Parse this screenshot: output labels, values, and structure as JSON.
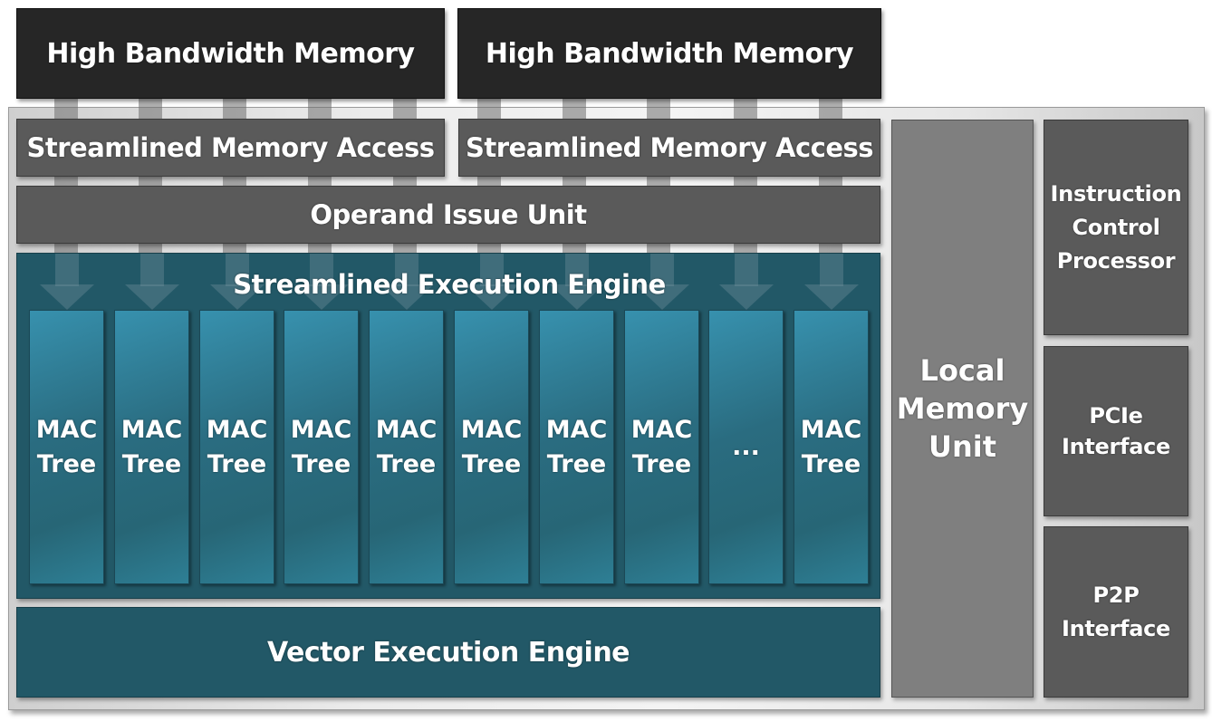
{
  "diagram": {
    "hbm_blocks": [
      {
        "label": "High Bandwidth Memory"
      },
      {
        "label": "High Bandwidth Memory"
      }
    ],
    "memory_access_blocks": [
      {
        "label": "Streamlined Memory Access"
      },
      {
        "label": "Streamlined Memory Access"
      }
    ],
    "operand_issue_unit": {
      "label": "Operand Issue Unit"
    },
    "execution_engine": {
      "title": "Streamlined Execution Engine",
      "mac_trees": [
        {
          "line1": "MAC",
          "line2": "Tree"
        },
        {
          "line1": "MAC",
          "line2": "Tree"
        },
        {
          "line1": "MAC",
          "line2": "Tree"
        },
        {
          "line1": "MAC",
          "line2": "Tree"
        },
        {
          "line1": "MAC",
          "line2": "Tree"
        },
        {
          "line1": "MAC",
          "line2": "Tree"
        },
        {
          "line1": "MAC",
          "line2": "Tree"
        },
        {
          "line1": "MAC",
          "line2": "Tree"
        },
        {
          "line1": "...",
          "line2": ""
        },
        {
          "line1": "MAC",
          "line2": "Tree"
        }
      ]
    },
    "vector_engine": {
      "label": "Vector Execution Engine"
    },
    "local_memory_unit": {
      "line1": "Local",
      "line2": "Memory",
      "line3": "Unit"
    },
    "side_blocks": [
      {
        "lines": [
          "Instruction",
          "Control",
          "Processor"
        ]
      },
      {
        "lines": [
          "PCIe",
          "Interface"
        ]
      },
      {
        "lines": [
          "P2P",
          "Interface"
        ]
      }
    ],
    "colors": {
      "hbm": "#262626",
      "gray_block": "#5a5a5a",
      "engine_teal": "#225867",
      "mac_teal": "#2e7f95",
      "local_memory": "#7f7f7f"
    }
  }
}
